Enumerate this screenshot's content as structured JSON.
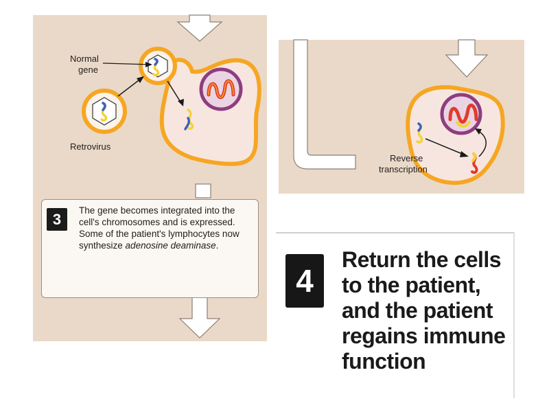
{
  "left_panel": {
    "label_normal_gene_line1": "Normal",
    "label_normal_gene_line2": "gene",
    "label_retrovirus": "Retrovirus"
  },
  "step3": {
    "number": "3",
    "text_plain": "The gene becomes integrated into the cell's chromosomes and is expressed. Some of the patient's lymphocytes now synthesize ",
    "text_italic": "adenosine deaminase",
    "text_end": "."
  },
  "right_panel": {
    "label_reverse": "Reverse",
    "label_transcription": "transcription"
  },
  "step4": {
    "number": "4",
    "line1": "Return the cells",
    "line2": "to the patient,",
    "line3": "and the patient",
    "line4": "regains immune",
    "line5": "function"
  },
  "colors": {
    "background": "#ead9c8",
    "membrane": "#f6a623",
    "cell_fill": "#f7e6e0",
    "nucleus": "#8e3d80",
    "chromosome": "#e23b2a",
    "gene_yellow": "#f3d33a",
    "gene_blue": "#3e63b8"
  }
}
